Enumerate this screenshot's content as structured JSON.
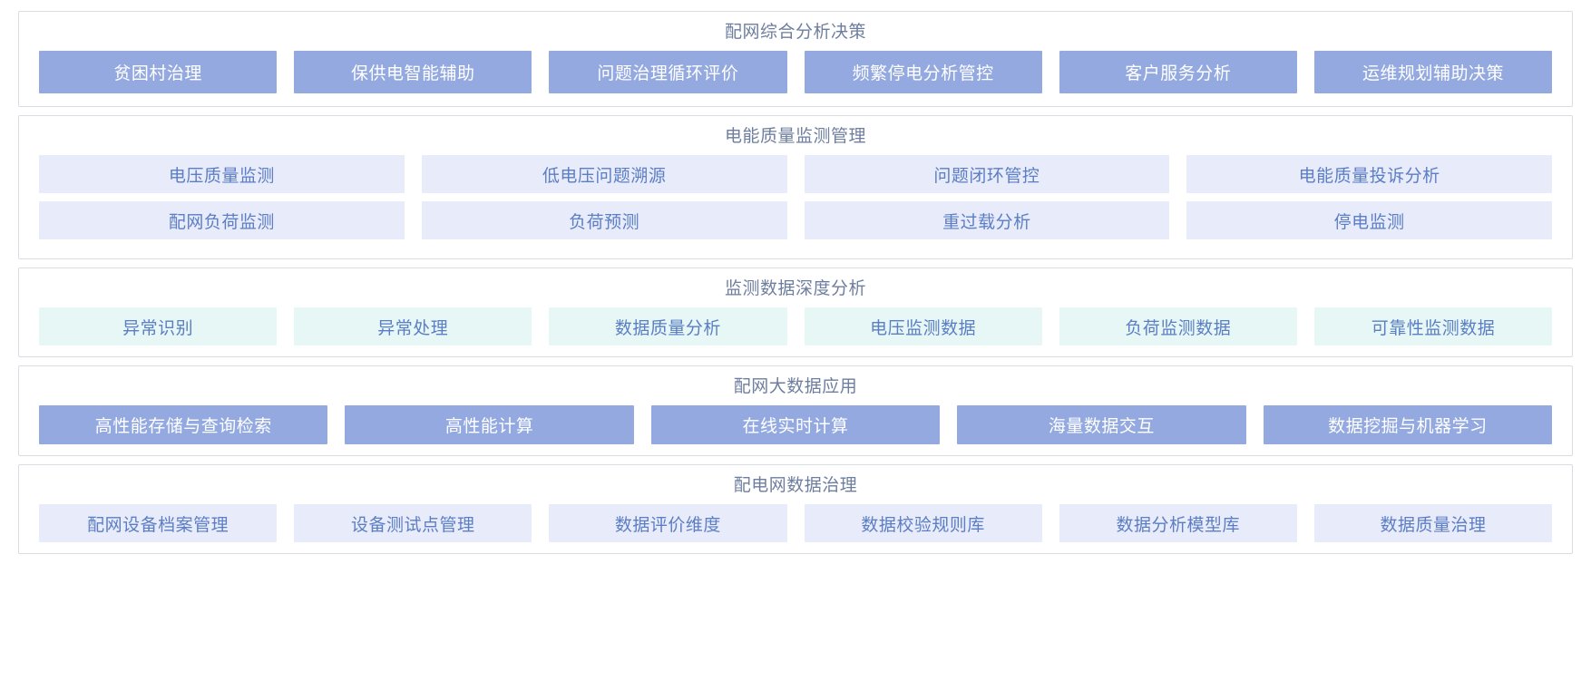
{
  "page": {
    "background_color": "#ffffff",
    "border_color": "#d9dde3",
    "title_color": "#6e7e9e",
    "accent_solid": "#93a9e0",
    "accent_solid_text": "#ffffff",
    "accent_lavender": "#e8ebfa",
    "accent_mint": "#e6f7f5",
    "chip_text_color": "#5b7ec4"
  },
  "sections": [
    {
      "id": "comprehensive-analysis-decision",
      "title": "配网综合分析决策",
      "style": "solid",
      "rows": [
        [
          "贫困村治理",
          "保供电智能辅助",
          "问题治理循环评价",
          "频繁停电分析管控",
          "客户服务分析",
          "运维规划辅助决策"
        ]
      ]
    },
    {
      "id": "power-quality-monitoring-management",
      "title": "电能质量监测管理",
      "style": "lav",
      "rows": [
        [
          "电压质量监测",
          "低电压问题溯源",
          "问题闭环管控",
          "电能质量投诉分析"
        ],
        [
          "配网负荷监测",
          "负荷预测",
          "重过载分析",
          "停电监测"
        ]
      ]
    },
    {
      "id": "monitoring-data-deep-analysis",
      "title": "监测数据深度分析",
      "style": "mint",
      "rows": [
        [
          "异常识别",
          "异常处理",
          "数据质量分析",
          "电压监测数据",
          "负荷监测数据",
          "可靠性监测数据"
        ]
      ]
    },
    {
      "id": "distribution-network-bigdata-application",
      "title": "配网大数据应用",
      "style": "solid",
      "rows": [
        [
          "高性能存储与查询检索",
          "高性能计算",
          "在线实时计算",
          "海量数据交互",
          "数据挖掘与机器学习"
        ]
      ]
    },
    {
      "id": "distribution-network-data-governance",
      "title": "配电网数据治理",
      "style": "lav",
      "rows": [
        [
          "配网设备档案管理",
          "设备测试点管理",
          "数据评价维度",
          "数据校验规则库",
          "数据分析模型库",
          "数据质量治理"
        ]
      ]
    }
  ]
}
